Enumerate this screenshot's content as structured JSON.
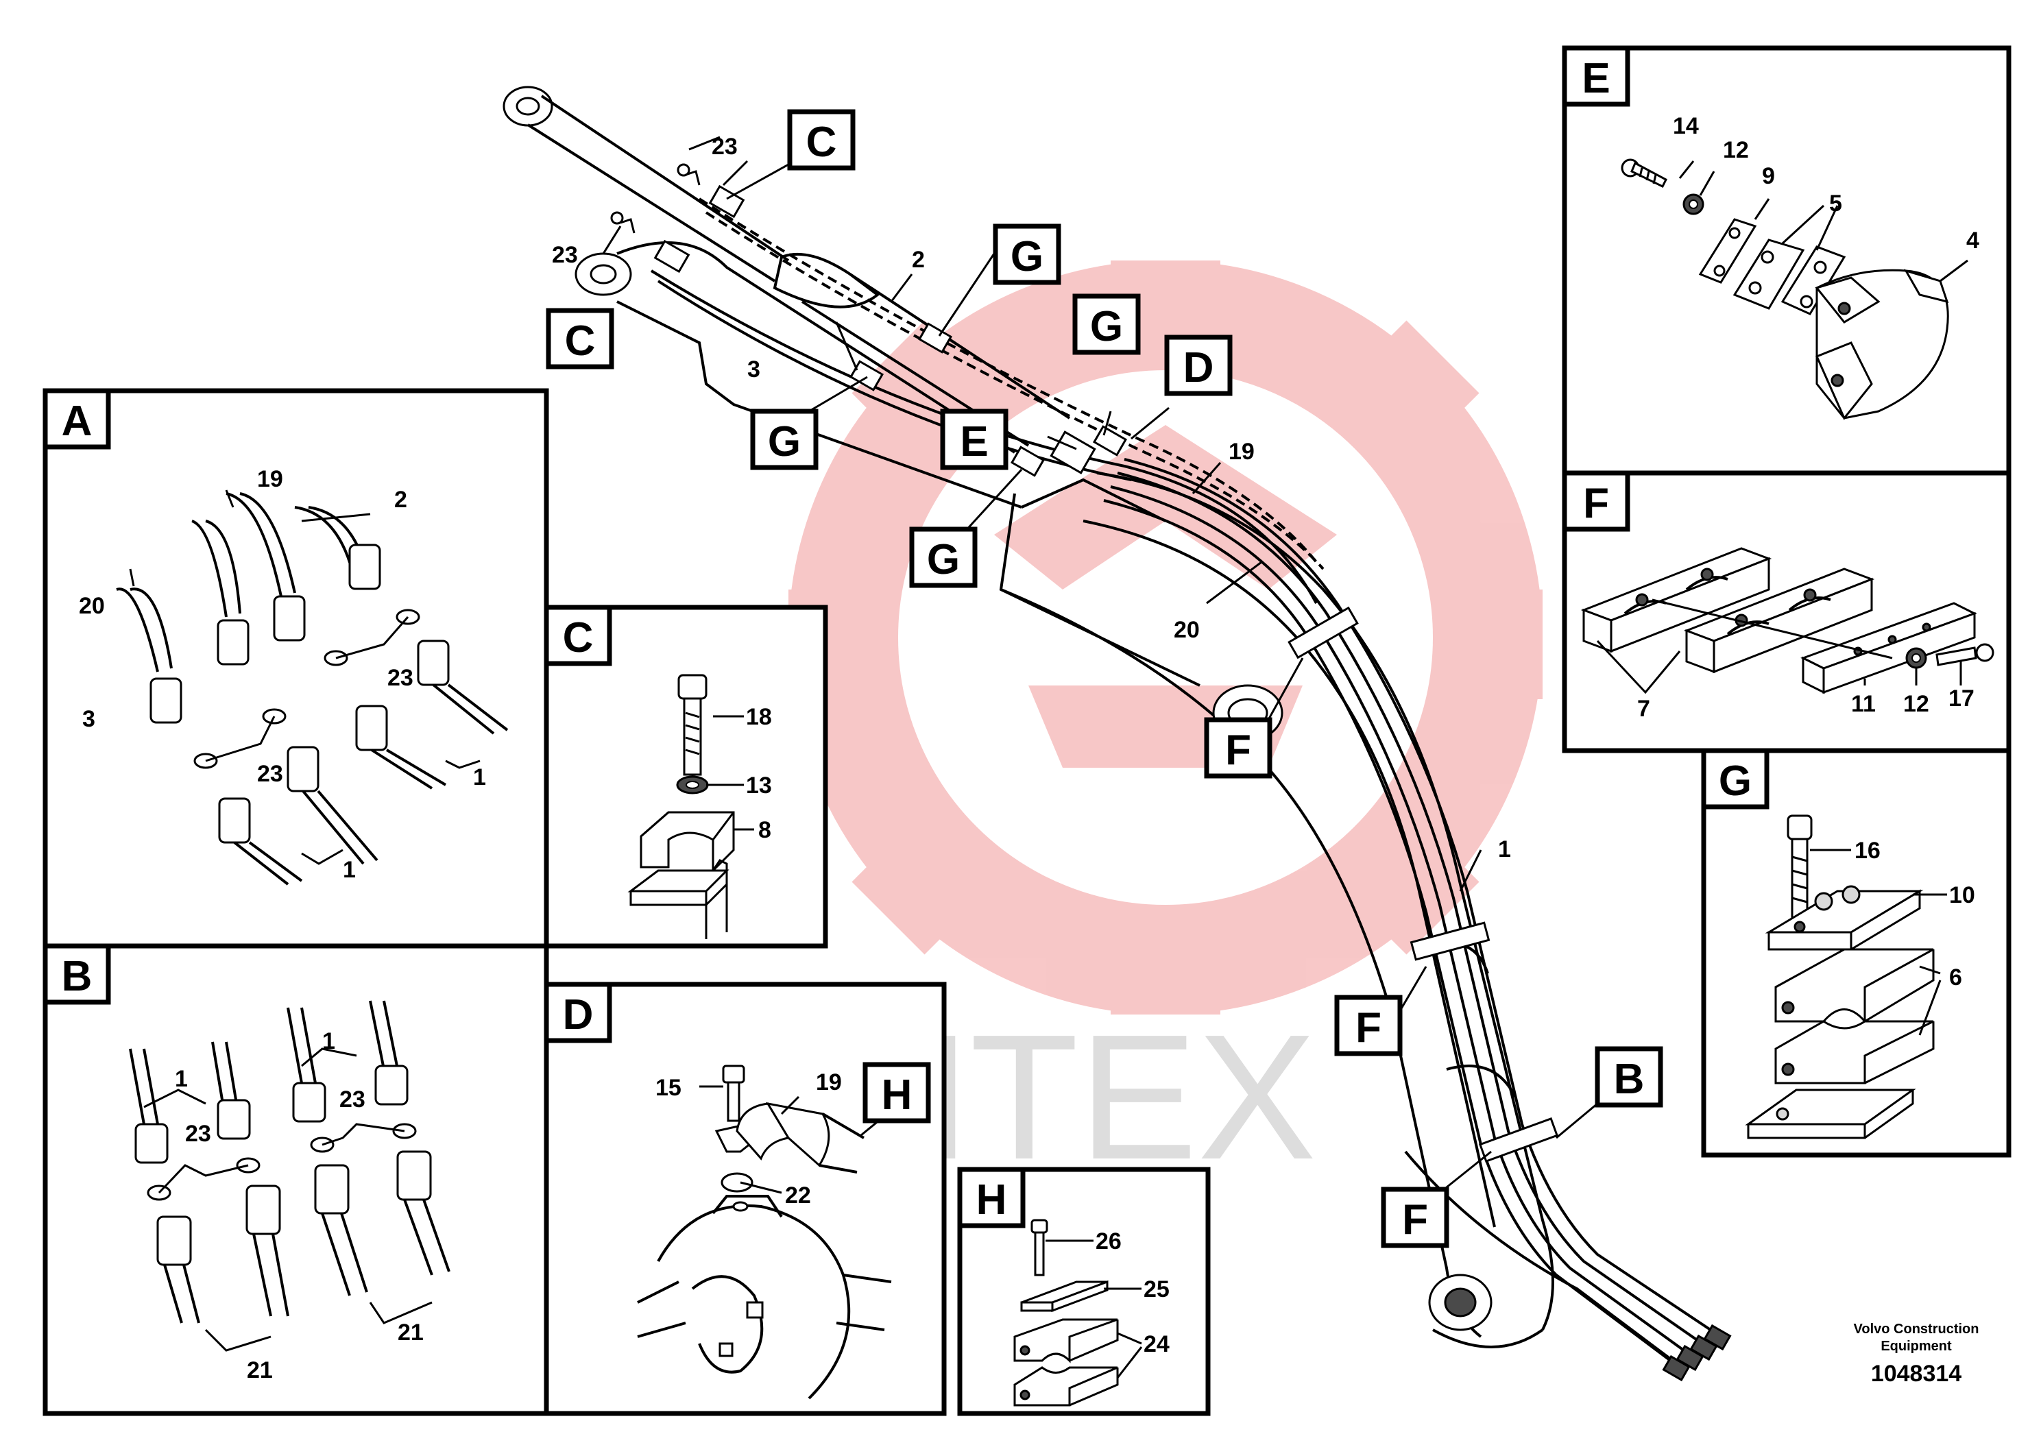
{
  "watermark": {
    "text": "ИНТЕХ",
    "gear_color": "#f29b9b",
    "text_color": "#d8d8d8"
  },
  "footer": {
    "company_line1": "Volvo Construction",
    "company_line2": "Equipment",
    "drawing_number": "1048314"
  },
  "main_view": {
    "view_tags": [
      "C",
      "C",
      "G",
      "G",
      "G",
      "G",
      "E",
      "D",
      "F",
      "F",
      "F",
      "B"
    ],
    "part_labels": [
      "23",
      "23",
      "2",
      "3",
      "19",
      "20",
      "1"
    ]
  },
  "panels": {
    "A": {
      "tag": "A",
      "labels": [
        "19",
        "2",
        "20",
        "23",
        "3",
        "23",
        "1",
        "1"
      ]
    },
    "B": {
      "tag": "B",
      "labels": [
        "1",
        "1",
        "23",
        "23",
        "21",
        "21"
      ]
    },
    "C": {
      "tag": "C",
      "labels": [
        "18",
        "13",
        "8"
      ]
    },
    "D": {
      "tag": "D",
      "labels": [
        "15",
        "19",
        "22"
      ],
      "inner_tag": "H"
    },
    "E": {
      "tag": "E",
      "labels": [
        "14",
        "12",
        "9",
        "5",
        "4"
      ]
    },
    "F": {
      "tag": "F",
      "labels": [
        "7",
        "11",
        "12",
        "17"
      ]
    },
    "G": {
      "tag": "G",
      "labels": [
        "16",
        "10",
        "6"
      ]
    },
    "H": {
      "tag": "H",
      "labels": [
        "26",
        "25",
        "24"
      ]
    }
  }
}
